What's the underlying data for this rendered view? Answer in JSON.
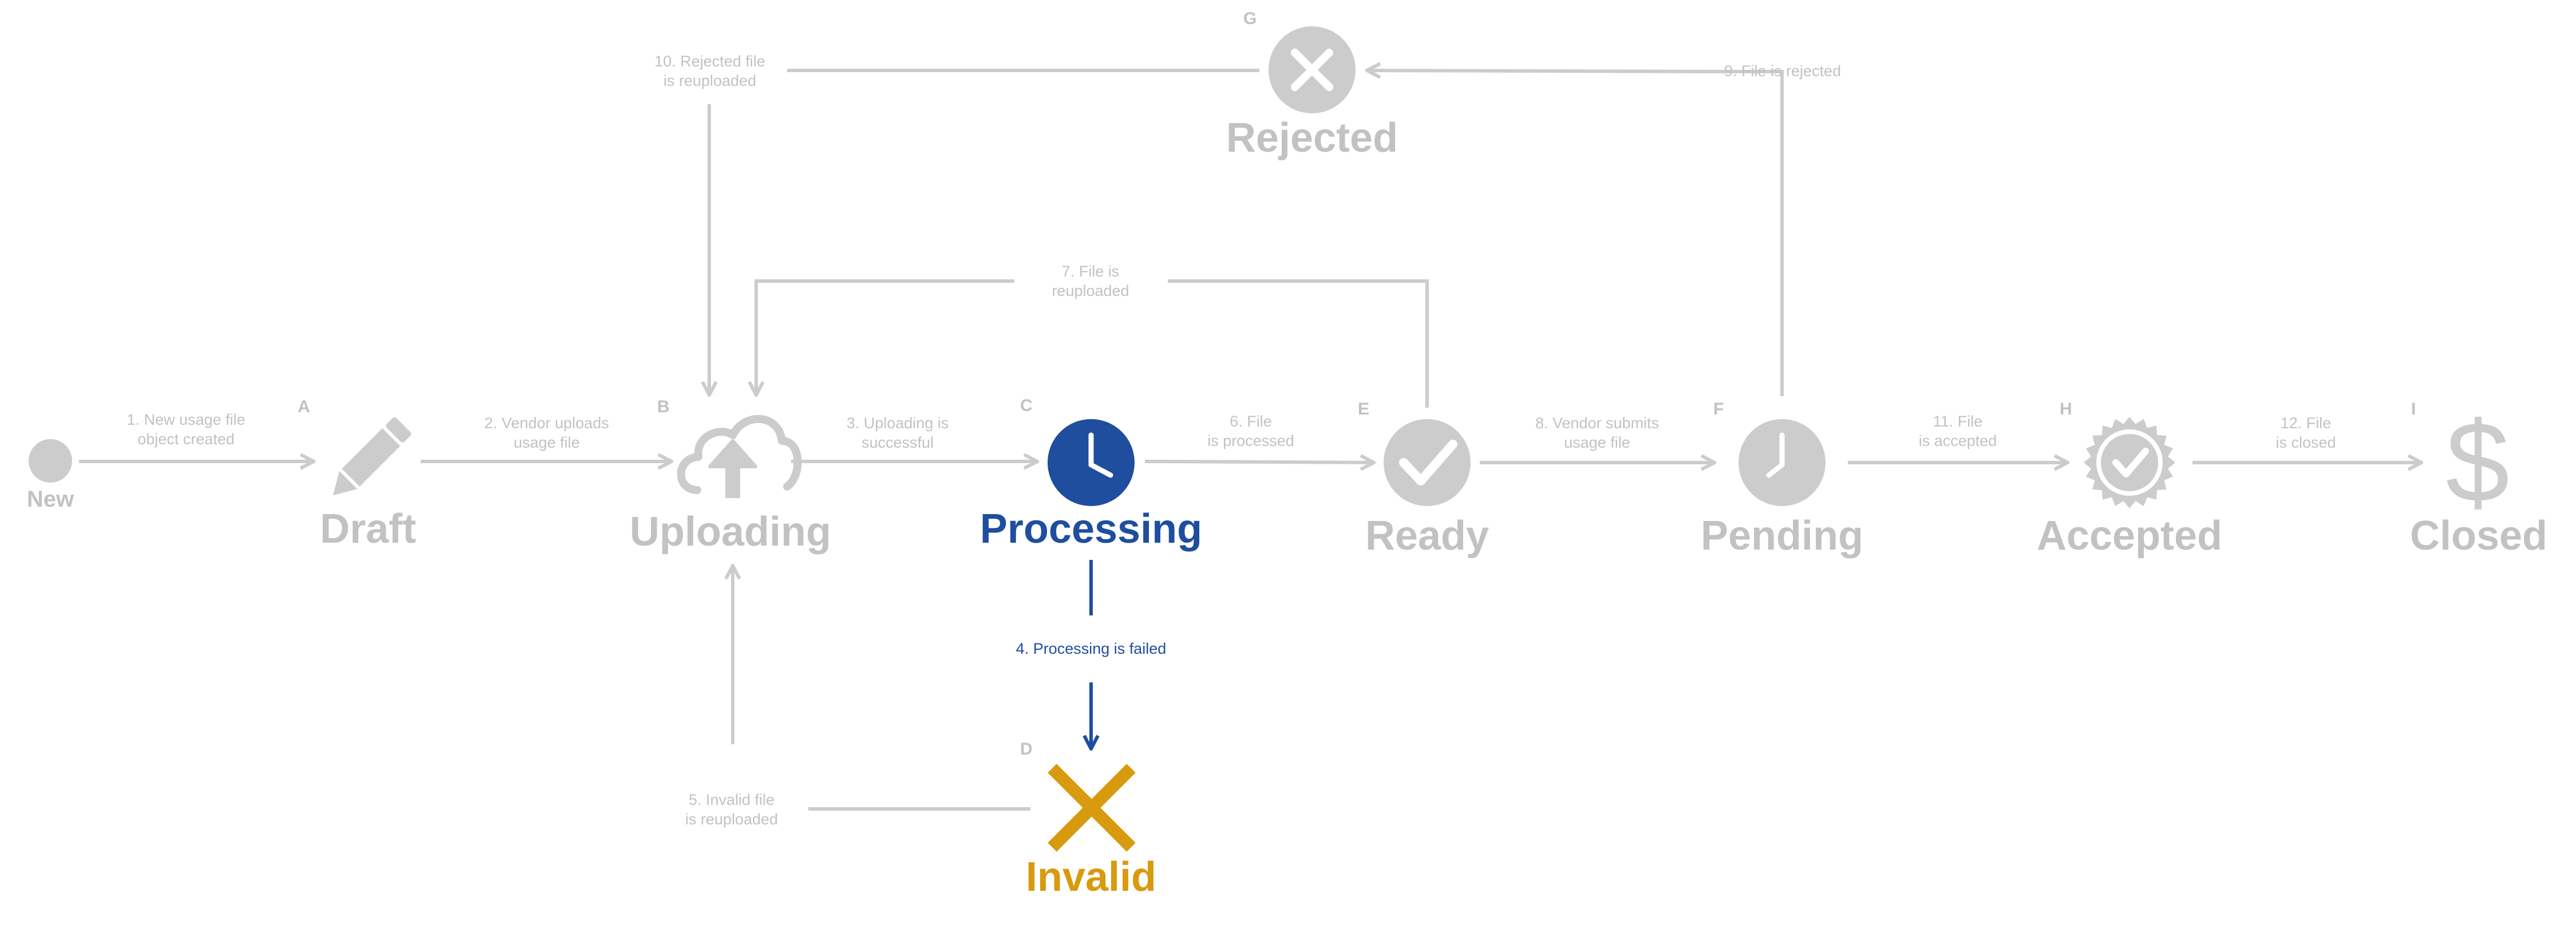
{
  "colors": {
    "inactive": "#cccccc",
    "inactive_text": "#c2c2c2",
    "active": "#1f4e9e",
    "error": "#d89a0e",
    "background": "#ffffff"
  },
  "states": {
    "new": {
      "title": "New",
      "letter": "",
      "icon": "dot-icon"
    },
    "draft": {
      "title": "Draft",
      "letter": "A",
      "icon": "pencil-icon"
    },
    "uploading": {
      "title": "Uploading",
      "letter": "B",
      "icon": "cloud-upload-icon"
    },
    "processing": {
      "title": "Processing",
      "letter": "C",
      "icon": "clock-icon",
      "status": "current"
    },
    "invalid": {
      "title": "Invalid",
      "letter": "D",
      "icon": "x-icon",
      "status": "error"
    },
    "ready": {
      "title": "Ready",
      "letter": "E",
      "icon": "check-circle-icon"
    },
    "pending": {
      "title": "Pending",
      "letter": "F",
      "icon": "clock-icon"
    },
    "rejected": {
      "title": "Rejected",
      "letter": "G",
      "icon": "x-circle-icon"
    },
    "accepted": {
      "title": "Accepted",
      "letter": "H",
      "icon": "badge-check-icon"
    },
    "closed": {
      "title": "Closed",
      "letter": "I",
      "icon": "dollar-icon"
    }
  },
  "transitions": {
    "t1": [
      "1. New usage file",
      "object created"
    ],
    "t2": [
      "2. Vendor uploads",
      "usage file"
    ],
    "t3": [
      "3. Uploading is",
      "successful"
    ],
    "t4": [
      "4. Processing is failed"
    ],
    "t5": [
      "5. Invalid file",
      "is reuploaded"
    ],
    "t6": [
      "6. File",
      "is processed"
    ],
    "t7": [
      "7. File is",
      "reuploaded"
    ],
    "t8": [
      "8. Vendor submits",
      "usage file"
    ],
    "t9": [
      "9. File is rejected"
    ],
    "t10": [
      "10. Rejected file",
      "is reuploaded"
    ],
    "t11": [
      "11. File",
      "is accepted"
    ],
    "t12": [
      "12. File",
      "is closed"
    ]
  }
}
